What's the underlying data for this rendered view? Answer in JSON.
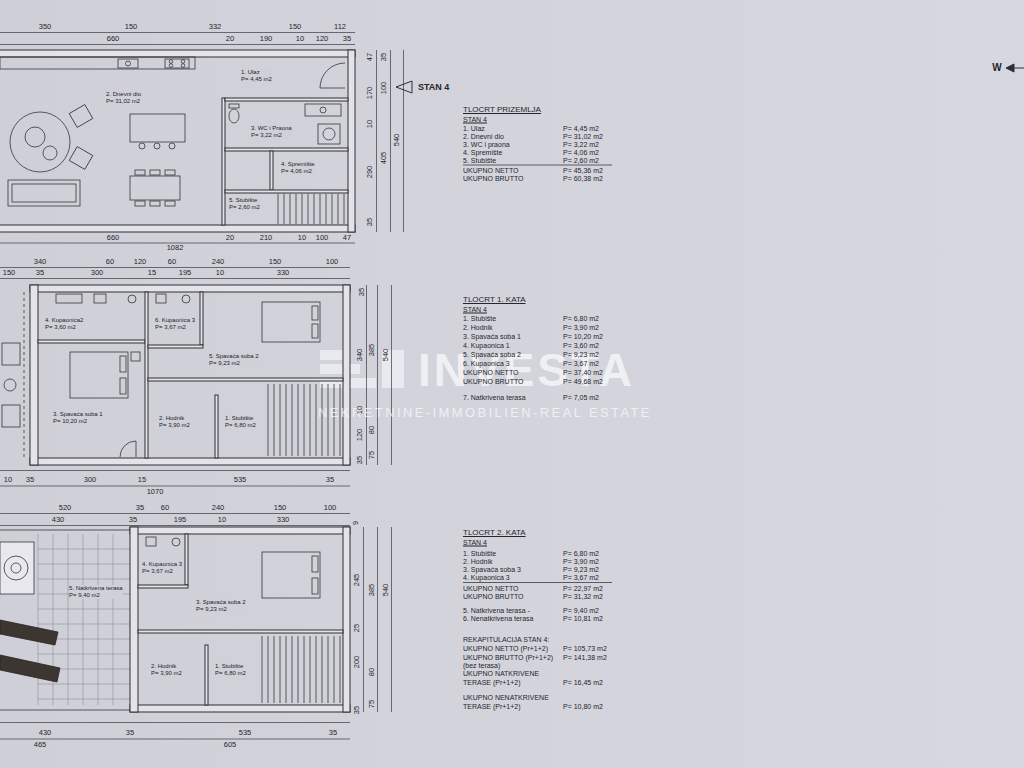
{
  "diagram": {
    "nodes": [
      {
        "text": [
          "1. Ulaz",
          "P= 4,45 m2"
        ]
      },
      {
        "text": [
          "2. Dnevni dio",
          "P= 31,02 m2"
        ]
      },
      {
        "text": [
          "3. WC i Praona",
          "P= 3,22 m2"
        ]
      },
      {
        "text": [
          "4. Spremište",
          "P= 4,06 m2"
        ]
      },
      {
        "text": [
          "5. Stubište",
          "P= 2,60 m2"
        ]
      },
      {
        "text": [
          "4. Kupaonica2",
          "P= 3,60 m2"
        ]
      },
      {
        "text": [
          "6. Kupaonica 3",
          "P= 3,67 m2"
        ]
      },
      {
        "text": [
          "5. Spavaća soba 2",
          "P= 9,23 m2"
        ]
      },
      {
        "text": [
          "3. Spavaća soba 1",
          "P= 10,20 m2"
        ]
      },
      {
        "text": [
          "2. Hodnik",
          "P= 3,90 m2"
        ]
      },
      {
        "text": [
          "1. Stubište",
          "P= 6,80 m2"
        ]
      },
      {
        "text": [
          "5. Natkrivena terasa",
          "P= 9,40 m2"
        ]
      },
      {
        "text": [
          "4. Kupaonica 3",
          "P= 3,67 m2"
        ]
      },
      {
        "text": [
          "3. Spavaća soba 2",
          "P= 9,23 m2"
        ]
      },
      {
        "text": [
          "2. Hodnik",
          "P= 3,90 m2"
        ]
      },
      {
        "text": [
          "1. Stubište",
          "P= 6,80 m2"
        ]
      }
    ],
    "labels": [
      "350",
      "150",
      "332",
      "150",
      "112",
      "660",
      "20",
      "190",
      "10",
      "120",
      "35",
      "47",
      "35",
      "100",
      "170",
      "10",
      "405",
      "540",
      "290",
      "35",
      "660",
      "20",
      "210",
      "10",
      "100",
      "47",
      "1082",
      "STAN 4",
      "340",
      "60",
      "120",
      "60",
      "240",
      "150",
      "100",
      "150",
      "35",
      "300",
      "15",
      "195",
      "10",
      "330",
      "35",
      "340",
      "385",
      "540",
      "10",
      "120",
      "80",
      "35",
      "75",
      "10",
      "35",
      "300",
      "15",
      "535",
      "35",
      "1070",
      "520",
      "35",
      "60",
      "240",
      "150",
      "100",
      "430",
      "35",
      "195",
      "10",
      "330",
      "9",
      "245",
      "385",
      "540",
      "25",
      "200",
      "80",
      "35",
      "75",
      "430",
      "35",
      "535",
      "35",
      "465",
      "605",
      "W",
      "TLOCRT PRIZEMLJA",
      "STAN 4",
      "1. Ulaz",
      "P= 4,45 m2",
      "2. Dnevni dio",
      "P= 31,02 m2",
      "3. WC i praona",
      "P= 3,22 m2",
      "4. Spremište",
      "P= 4,06 m2",
      "5. Stubište",
      "P= 2,60 m2",
      "UKUPNO NETTO",
      "P= 45,36 m2",
      "UKUPNO BRUTTO",
      "P= 60,38 m2",
      "TLOCRT 1. KATA",
      "STAN 4",
      "1. Stubište",
      "P= 6,80 m2",
      "2. Hodnik",
      "P= 3,90 m2",
      "3. Spavaća soba 1",
      "P= 10,20 m2",
      "4. Kupaonica 1",
      "P= 3,60 m2",
      "5. Spavaća soba 2",
      "P= 9,23 m2",
      "6. Kupaonica 3",
      "P= 3,67 m2",
      "UKUPNO NETTO",
      "P= 37,40 m2",
      "UKUPNO BRUTTO",
      "P= 49,68 m2",
      "7. Natkrivena terasa",
      "P= 7,05 m2",
      "TLOCRT 2. KATA",
      "STAN 4",
      "1. Stubište",
      "P= 6,80 m2",
      "2. Hodnik",
      "P= 3,90 m2",
      "3. Spavaća soba 3",
      "P= 9,23 m2",
      "4. Kupaonica 3",
      "P= 3,67 m2",
      "UKUPNO NETTO",
      "P= 22,97 m2",
      "UKUPNO BRUTTO",
      "P= 31,32 m2",
      "5. Natkrivena terasa -",
      "P= 9,40 m2",
      "6. Nenatkrivena terasa",
      "P= 10,81 m2",
      "REKAPITULACIJA STAN 4:",
      "UKUPNO NETTO (Pr+1+2)",
      "P= 105,73 m2",
      "UKUPNO BRUTTO (Pr+1+2)",
      "P= 141,38 m2",
      "(bez terasa)",
      "UKUPNO NATKRIVENE",
      "TERASE (Pr+1+2)",
      "P= 16,45 m2",
      "UKUPNO NENATKRIVENE",
      "TERASE (Pr+1+2)",
      "P= 10,80 m2",
      "INVESTA",
      "NEKRETNINE-IMMOBILIEN-REAL ESTATE"
    ]
  }
}
